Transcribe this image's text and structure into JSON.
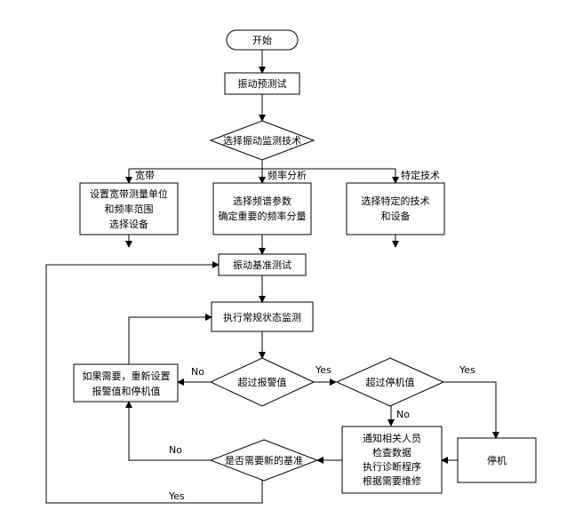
{
  "flowchart": {
    "start": "开始",
    "pretest": "振动预测试",
    "select_tech": "选择振动监测技术",
    "branch_broadband": "宽带",
    "branch_spectrum": "频率分析",
    "branch_special": "特定技术",
    "broadband_box": [
      "设置宽带测量单位",
      "和频率范围",
      "选择设备"
    ],
    "spectrum_box": [
      "选择频谱参数",
      "确定重要的频率分量"
    ],
    "special_box": [
      "选择特定的技术",
      "和设备"
    ],
    "baseline": "振动基准测试",
    "routine": "执行常规状态监测",
    "reset_box": [
      "如果需要，重新设置",
      "报警值和停机值"
    ],
    "alarm_decision": "超过报警值",
    "shutdown_decision": "超过停机值",
    "notify_box": [
      "通知相关人员",
      "检查数据",
      "执行诊断程序",
      "根据需要维修"
    ],
    "shutdown": "停机",
    "new_baseline_decision": "是否需要新的基准",
    "yes": "Yes",
    "no": "No"
  }
}
